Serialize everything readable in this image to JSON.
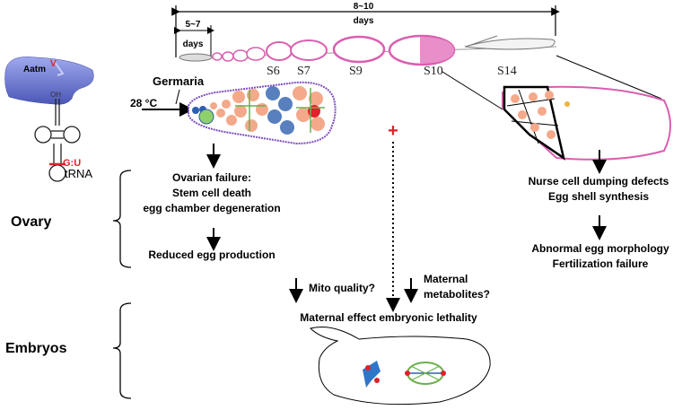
{
  "timeline": {
    "total_days": "8~10",
    "days_word": "days",
    "early_days": "5~7",
    "stages": [
      "S6",
      "S7",
      "S9",
      "S10",
      "S14"
    ]
  },
  "protein": {
    "name": "Aatm",
    "superscript": "V"
  },
  "trna": {
    "oh": "OH",
    "pair": "G:U",
    "label": "tRNA"
  },
  "germaria": {
    "label": "Germaria",
    "temperature": "28 °C"
  },
  "ovary": {
    "label": "Ovary",
    "failure": [
      "Ovarian failure:",
      "Stem cell death",
      "egg chamber degeneration"
    ],
    "reduced": "Reduced egg production",
    "right_effects": [
      "Nurse cell dumping defects",
      "Egg shell synthesis"
    ],
    "right_outcomes": [
      "Abnormal egg morphology",
      "Fertilization failure"
    ]
  },
  "plus_sign": "+",
  "mito": "Mito quality?",
  "maternal": [
    "Maternal",
    "metabolites?"
  ],
  "embryos": {
    "label": "Embryos",
    "lethality": "Maternal effect embryonic lethality"
  },
  "colors": {
    "pink": "#d95fb0",
    "nurse_cell": "#f4a98a",
    "follicle": "#7f4fbf",
    "red": "#e0202a",
    "blue": "#2e5fae",
    "green": "#6ab04c"
  }
}
